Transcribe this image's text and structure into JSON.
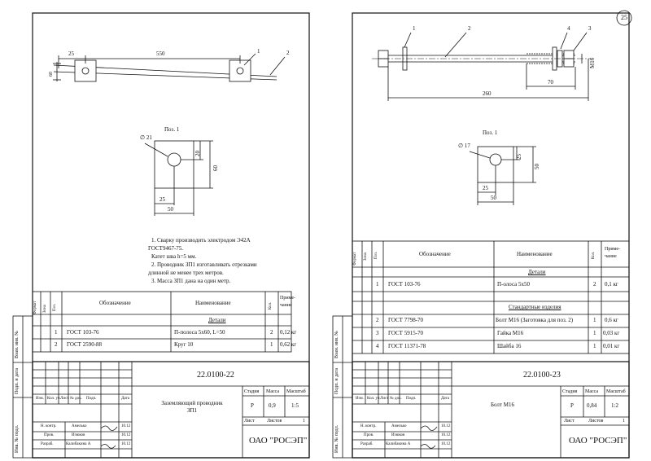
{
  "left": {
    "dims": {
      "d25": "25",
      "d550": "550",
      "d60": "60",
      "d_dia21": "∅ 21",
      "d20": "20",
      "d60b": "60",
      "d25b": "25",
      "d50": "50"
    },
    "balloons": {
      "b1": "1",
      "b2": "2"
    },
    "view_label": "Поз. 1",
    "notes": [
      "1. Сварку производить электродом Э42А",
      "ГОСТ9467-75.",
      "Катет шва h=5 мм.",
      "2. Проводник ЗП1 изготавливать отрезками",
      "длинной не менее трех метров.",
      "3. Масса ЗП1 дана на один метр."
    ],
    "spec": {
      "hdr_format": "Формат",
      "hdr_zone": "Зона",
      "hdr_pos": "Поз.",
      "hdr_designation": "Обозначение",
      "hdr_name": "Наименование",
      "hdr_qty": "Кол.",
      "hdr_note": "Приме-\nчание",
      "section": "Детали",
      "rows": [
        {
          "pos": "1",
          "designation": "ГОСТ 103-76",
          "name": "П-полоса 5х60, L=50",
          "qty": "2",
          "note": "0,12 кг"
        },
        {
          "pos": "2",
          "designation": "ГОСТ 2590-88",
          "name": "Круг 10",
          "qty": "1",
          "note": "0,62 кг"
        }
      ]
    },
    "title_block": {
      "code": "22.0100-22",
      "name": "Заземляющий проводник\nЗП1",
      "stage_hdr": "Стадия",
      "mass_hdr": "Масса",
      "scale_hdr": "Масштаб",
      "stage": "Р",
      "mass": "0,9",
      "scale": "1:5",
      "sheet_lbl": "Лист",
      "sheets_lbl": "Листов",
      "sheets": "1",
      "org": "ОАО \"РОСЭП\"",
      "cols": [
        "Изм.",
        "Кол. уч.",
        "Лист",
        "№ док.",
        "Подп.",
        "Дата"
      ],
      "roles": [
        "Н. контр.",
        "Пров.",
        "Разраб."
      ],
      "people": [
        "Амелько",
        "Изюков",
        "Калибакина А"
      ],
      "dates": [
        "10.12",
        "10.12",
        "10.12"
      ]
    },
    "side_labels": [
      "Взам. инв. №",
      "Подп. и дата",
      "Инв. № подл."
    ]
  },
  "right": {
    "page_number": "25",
    "dims": {
      "d260": "260",
      "d70": "70",
      "m16": "M16",
      "d_dia17": "∅ 17",
      "d25": "25",
      "d50": "50",
      "d25b": "25",
      "d50b": "50"
    },
    "balloons": {
      "b1": "1",
      "b2": "2",
      "b3": "3",
      "b4": "4"
    },
    "view_label": "Поз. 1",
    "spec": {
      "hdr_format": "Формат",
      "hdr_zone": "Зона",
      "hdr_pos": "Поз.",
      "hdr_designation": "Обозначение",
      "hdr_name": "Наименование",
      "hdr_qty": "Кол.",
      "hdr_note": "Приме-\nчание",
      "section1": "Детали",
      "rows1": [
        {
          "pos": "1",
          "designation": "ГОСТ 103-76",
          "name": "П-олоса 5х50",
          "qty": "2",
          "note": "0,1 кг"
        }
      ],
      "section2": "Стандартные изделия",
      "rows2": [
        {
          "pos": "2",
          "designation": "ГОСТ 7798-70",
          "name": "Болт М16 (Заготовка для поз. 2)",
          "qty": "1",
          "note": "0,6 кг"
        },
        {
          "pos": "3",
          "designation": "ГОСТ 5915-70",
          "name": "Гайка М16",
          "qty": "1",
          "note": "0,03 кг"
        },
        {
          "pos": "4",
          "designation": "ГОСТ 11371-78",
          "name": "Шайба 16",
          "qty": "1",
          "note": "0,01 кг"
        }
      ]
    },
    "title_block": {
      "code": "22.0100-23",
      "name": "Болт М16",
      "stage_hdr": "Стадия",
      "mass_hdr": "Масса",
      "scale_hdr": "Масштаб",
      "stage": "Р",
      "mass": "0,84",
      "scale": "1:2",
      "sheet_lbl": "Лист",
      "sheets_lbl": "Листов",
      "sheets": "1",
      "org": "ОАО \"РОСЭП\"",
      "cols": [
        "Изм.",
        "Кол. уч.",
        "Лист",
        "№ док.",
        "Подп.",
        "Дата"
      ],
      "roles": [
        "Н. контр.",
        "Пров.",
        "Разраб."
      ],
      "people": [
        "Амелько",
        "Изюков",
        "Калибакина А"
      ],
      "dates": [
        "10.12",
        "10.12",
        "10.12"
      ]
    },
    "side_labels": [
      "Взам. инв. №",
      "Подп. и дата",
      "Инв. № подл."
    ]
  }
}
